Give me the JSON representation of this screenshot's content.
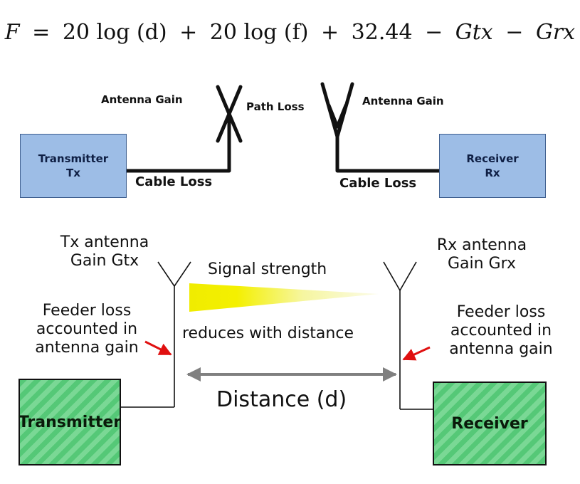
{
  "formula": {
    "F": "F",
    "eq": "=",
    "t1": "20 log (d)",
    "plus1": "+",
    "t2": "20 log (f)",
    "plus2": "+",
    "t3": "32.44",
    "minus1": "−",
    "t4": "Gtx",
    "minus2": "−",
    "t5": "Grx"
  },
  "top_diagram": {
    "tx_antenna_gain": "Antenna Gain",
    "path_loss": "Path Loss",
    "rx_antenna_gain": "Antenna Gain",
    "tx_box": {
      "line1": "Transmitter",
      "line2": "Tx"
    },
    "rx_box": {
      "line1": "Receiver",
      "line2": "Rx"
    },
    "tx_cable_loss": "Cable Loss",
    "rx_cable_loss": "Cable Loss",
    "box_color": "#9dbde6"
  },
  "bottom_diagram": {
    "tx_antenna": {
      "line1": "Tx antenna",
      "line2": "Gain Gtx"
    },
    "rx_antenna": {
      "line1": "Rx antenna",
      "line2": "Gain Grx"
    },
    "signal_strength": "Signal strength",
    "reduces": "reduces with distance",
    "feeder_tx": {
      "line1": "Feeder loss",
      "line2": "accounted in",
      "line3": "antenna gain"
    },
    "feeder_rx": {
      "line1": "Feeder loss",
      "line2": "accounted in",
      "line3": "antenna gain"
    },
    "distance": "Distance (d)",
    "tx_box": "Transmitter",
    "rx_box": "Receiver",
    "box_color": "#55c877",
    "arrow_color": "#e01010",
    "beam_color": "#f4f000"
  }
}
